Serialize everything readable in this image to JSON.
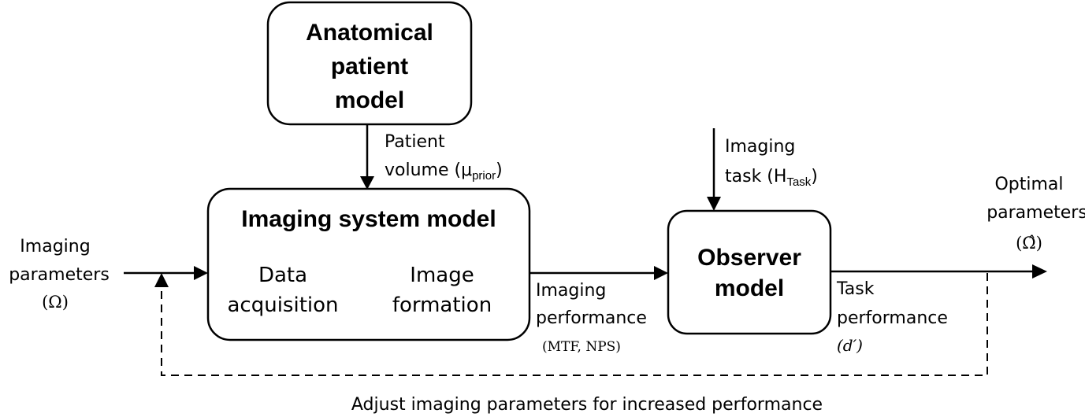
{
  "boxes": {
    "patient_model": {
      "lines": [
        "Anatomical",
        "patient",
        "model"
      ]
    },
    "imaging_system": {
      "title": "Imaging system model",
      "left_sub": [
        "Data",
        "acquisition"
      ],
      "right_sub": [
        "Image",
        "formation"
      ]
    },
    "observer": {
      "lines": [
        "Observer",
        "model"
      ]
    }
  },
  "labels": {
    "patient_volume": {
      "line1": "Patient",
      "line2": "volume (μ",
      "sub": "prior",
      "close": ")"
    },
    "imaging_task": {
      "line1": "Imaging",
      "line2": "task (H",
      "sub": "Task",
      "close": ")"
    },
    "imaging_params": {
      "lines": [
        "Imaging",
        "parameters",
        "(Ω)"
      ]
    },
    "imaging_perf": {
      "lines": [
        "Imaging",
        "performance",
        "(MTF, NPS)"
      ]
    },
    "task_perf": {
      "lines": [
        "Task",
        "performance",
        "(d′)"
      ]
    },
    "optimal_params": {
      "lines": [
        "Optimal",
        "parameters",
        "(Ω̂)"
      ]
    },
    "feedback": "Adjust imaging parameters for increased performance"
  }
}
